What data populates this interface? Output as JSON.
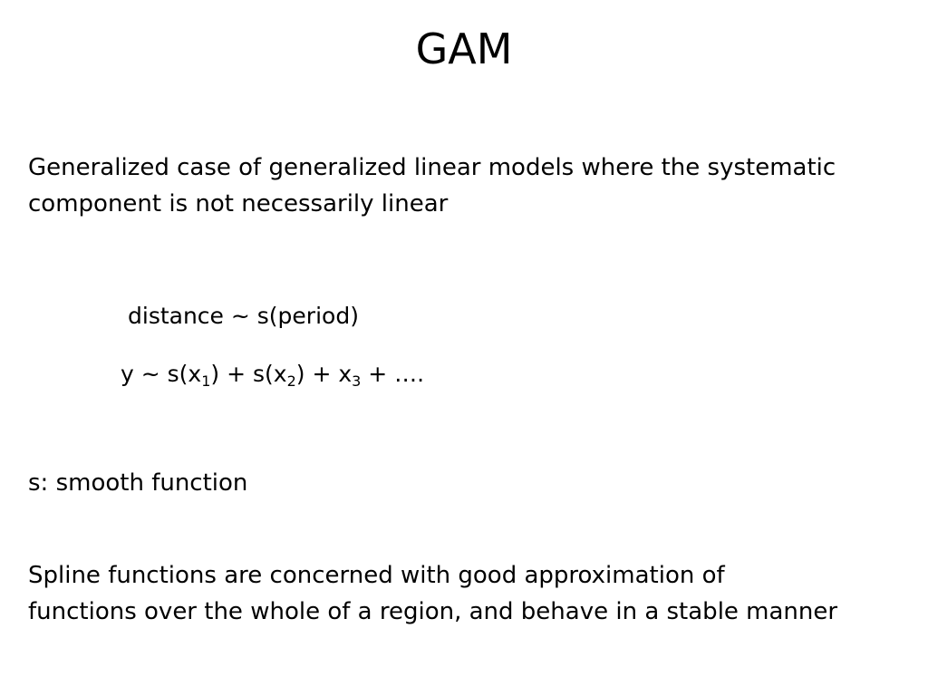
{
  "slide": {
    "title": "GAM",
    "intro": {
      "line1": "Generalized case of generalized linear models where the systematic",
      "line2": "component is not necessarily linear"
    },
    "formula1": "distance ~ s(period)",
    "formula2": {
      "p1": "y ~ s(x",
      "sub1": "1",
      "p2": ") + s(x",
      "sub2": "2",
      "p3": ") + x",
      "sub3": "3",
      "p4": " + …."
    },
    "smooth_note": "s: smooth function",
    "spline": {
      "line1": "Spline functions are concerned with good approximation of",
      "line2": "functions over the whole of a region, and behave in a stable manner"
    }
  }
}
